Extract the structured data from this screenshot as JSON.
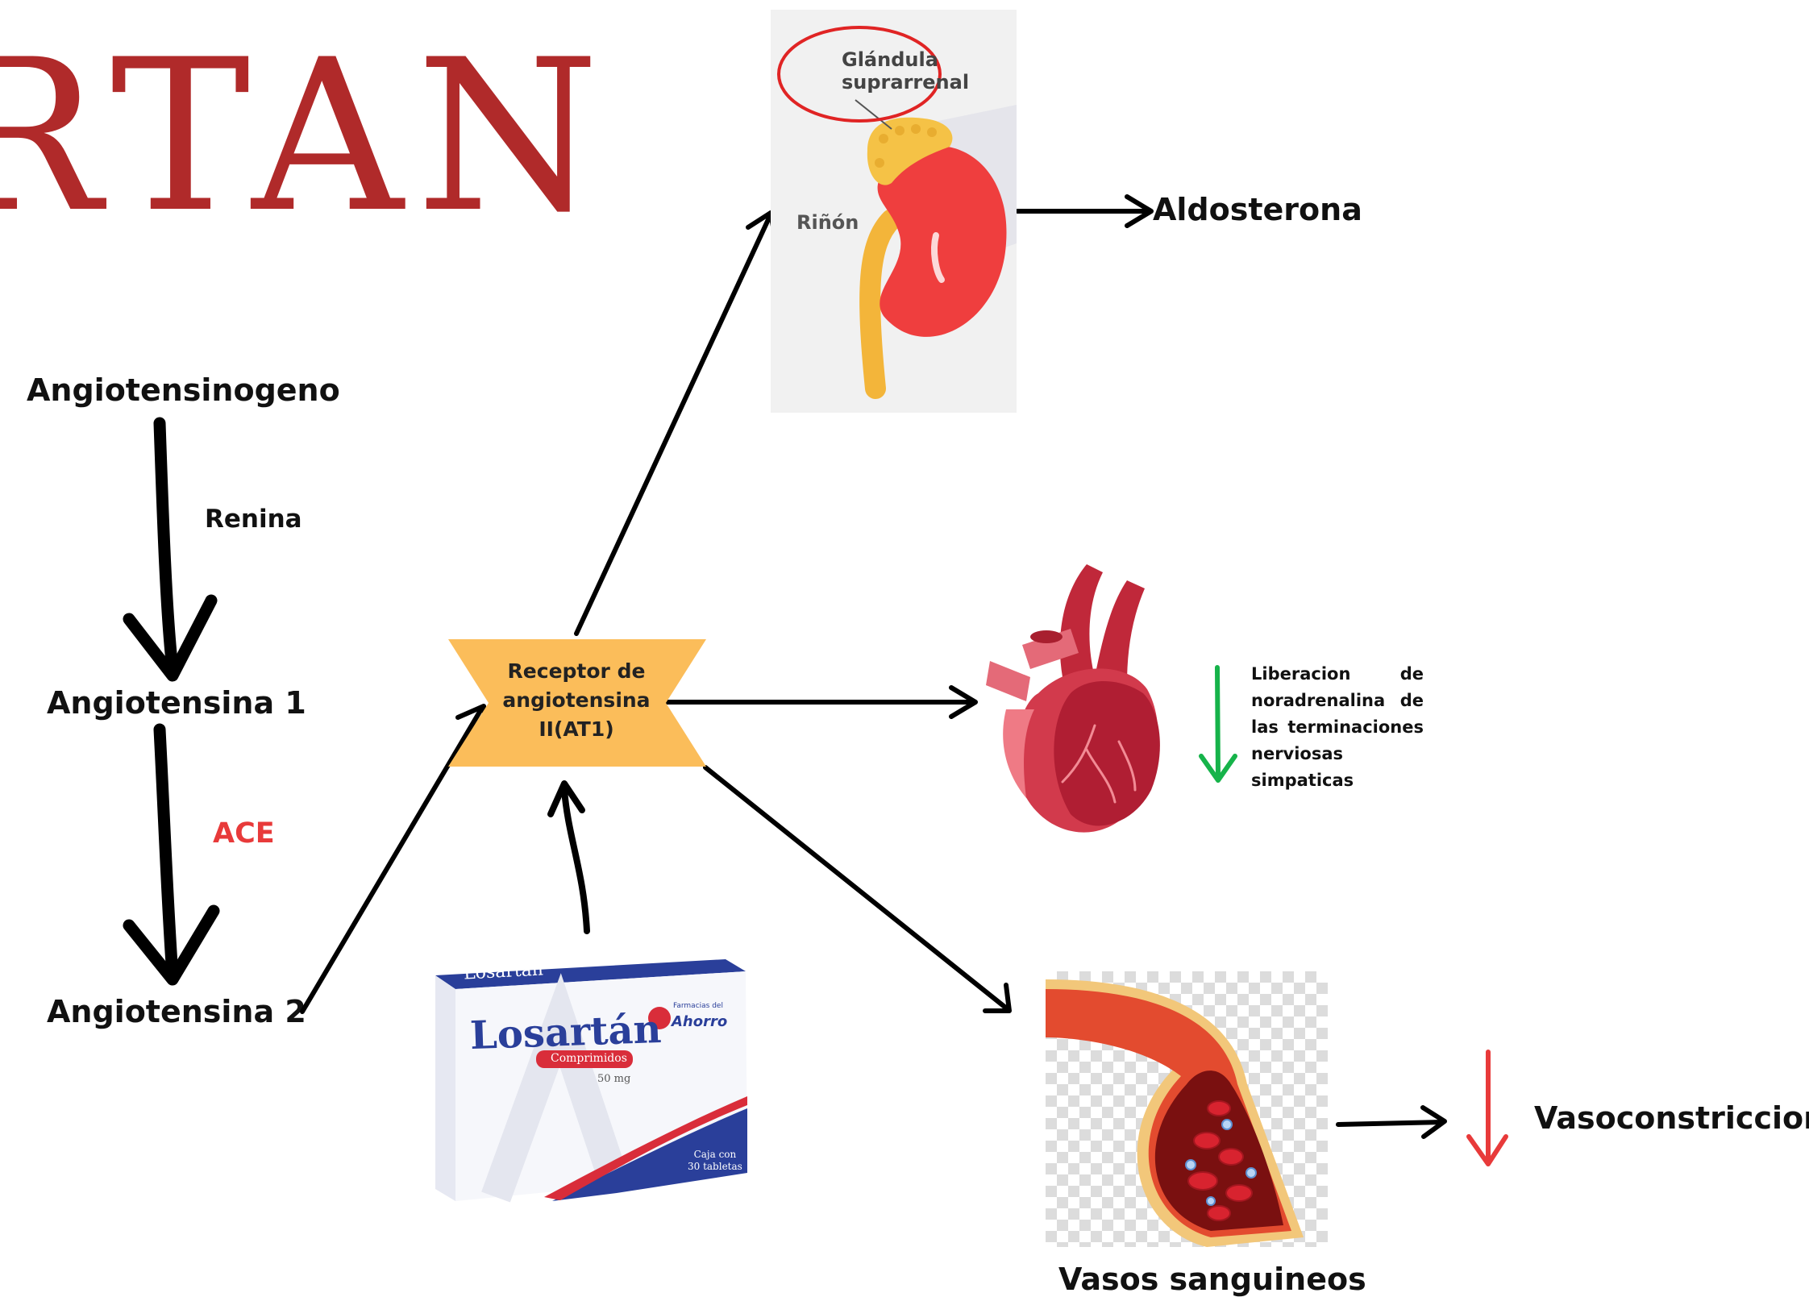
{
  "title": "RTAN",
  "pathway": {
    "angiotensinogeno": "Angiotensinogeno",
    "renina": "Renina",
    "angiotensina1": "Angiotensina 1",
    "ace": "ACE",
    "angiotensina2": "Angiotensina 2"
  },
  "receptor": {
    "line1": "Receptor de",
    "line2": "angiotensina",
    "line3": "II(AT1)"
  },
  "kidney": {
    "glandula_line1": "Glándula",
    "glandula_line2": "suprarrenal",
    "rinon": "Riñón"
  },
  "aldosterona": "Aldosterona",
  "heart_note": "Liberacion de noradrenalina de las terminaciones nerviosas simpaticas",
  "drug_box": {
    "brand_top": "Losartán",
    "name": "Losartán",
    "form": "Comprimidos",
    "dose": "50 mg",
    "pharmacy_small": "Farmacias del",
    "pharmacy_name": "Ahorro",
    "count_line1": "Caja con",
    "count_line2": "30 tabletas"
  },
  "vasoconstriccion": "Vasoconstriccion",
  "vasos": "Vasos sanguineos",
  "colors": {
    "title": "#b02a2a",
    "ace": "#e83a3a",
    "receptor_fill": "#fbbd5a",
    "down_green": "#16b34a",
    "down_red": "#e83a3a"
  }
}
